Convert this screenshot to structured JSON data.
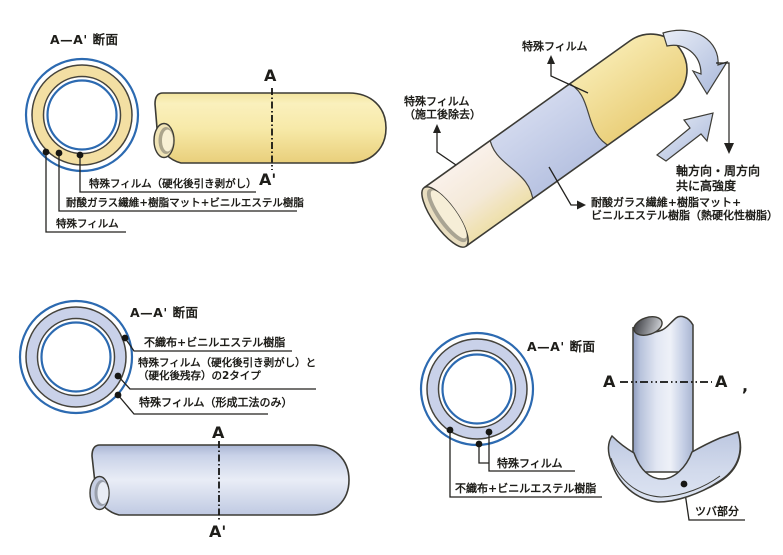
{
  "top_left": {
    "section_title": "A—A' 断面",
    "axis_top": "A",
    "axis_bottom": "A'",
    "label_inner_film": "特殊フィルム（硬化後引き剥がし）",
    "label_layer": "耐酸ガラス繊維+樹脂マット+ビニルエステル樹脂",
    "label_outer_film": "特殊フィルム"
  },
  "top_right": {
    "label_film": "特殊フィルム",
    "label_film_removed_1": "特殊フィルム",
    "label_film_removed_2": "（施工後除去）",
    "label_layer_1": "耐酸ガラス繊維+樹脂マット+",
    "label_layer_2": "ビニルエステル樹脂（熱硬化性樹脂）",
    "label_strength_1": "軸方向・周方向",
    "label_strength_2": "共に高強度"
  },
  "bottom_left": {
    "section_title": "A—A' 断面",
    "axis_top": "A",
    "axis_bottom": "A'",
    "label_nonwoven": "不織布+ビニルエステル樹脂",
    "label_film_types_1": "特殊フィルム（硬化後引き剥がし）と",
    "label_film_types_2": "（硬化後残存）の2タイプ",
    "label_film_forming": "特殊フィルム（形成工法のみ）"
  },
  "bottom_right": {
    "section_title": "A—A' 断面",
    "axis_left": "A",
    "axis_right": "A",
    "axis_prime": ",",
    "label_film": "特殊フィルム",
    "label_nonwoven": "不織布+ビニルエステル樹脂",
    "label_flange": "ツバ部分"
  },
  "colors": {
    "glass_fiber_ring": "#f3dfa3",
    "nonwoven_ring": "#c9d1e9",
    "film_circle_blue": "#2c6ab1",
    "yellow_pipe": "#eccf7c",
    "lavender_pipe": "#bfc9e2",
    "pale_film_zone": "#f8efe7",
    "arrow_fill": "#c4d0e8",
    "outline": "#3c3b35",
    "text": "#1e1d19"
  }
}
